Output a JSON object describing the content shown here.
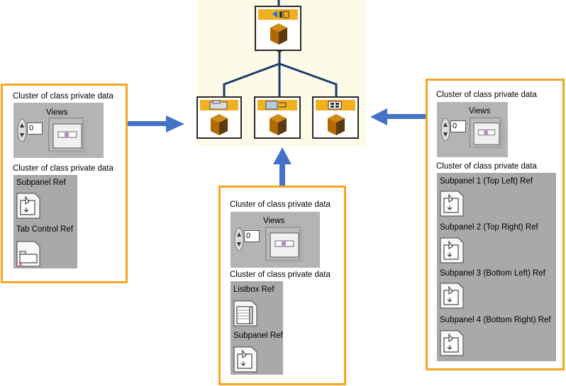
{
  "colors": {
    "panel_border": "#f5a623",
    "arrow": "#4472c4",
    "wire": "#1b3a6b",
    "class_tab": "#f0b020",
    "hierarchy_bg": "#fdfbe8"
  },
  "left_panel": {
    "caption_1": "Cluster of class private data",
    "views_label": "Views",
    "views_value": "0",
    "caption_2": "Cluster of class private data",
    "refs": [
      "Subpanel Ref",
      "Tab Control Ref"
    ]
  },
  "center_panel": {
    "caption_1": "Cluster of class private data",
    "views_label": "Views",
    "views_value": "0",
    "caption_2": "Cluster of class private data",
    "refs": [
      "Listbox Ref",
      "Subpanel Ref"
    ]
  },
  "right_panel": {
    "caption_1": "Cluster of class private data",
    "views_label": "Views",
    "views_value": "0",
    "caption_2": "Cluster of class private data",
    "refs": [
      "Subpanel 1 (Top Left) Ref",
      "Subpanel 2 (Top Right) Ref",
      "Subpanel 3 (Bottom Left) Ref",
      "Subpanel 4 (Bottom Right) Ref"
    ]
  }
}
